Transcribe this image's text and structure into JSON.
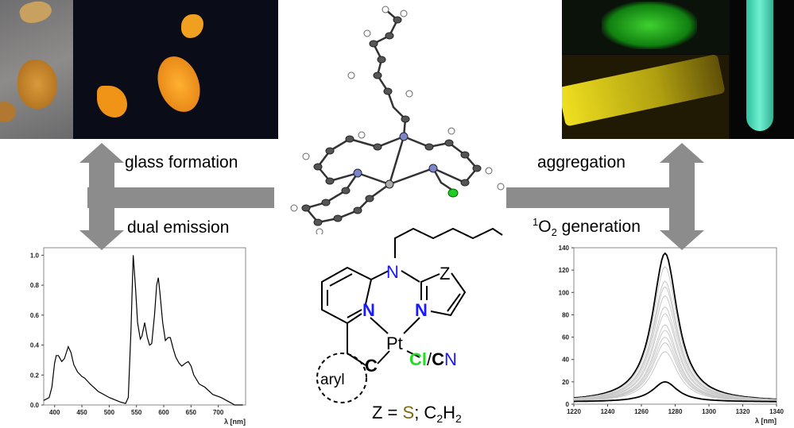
{
  "labels": {
    "glass_formation": "glass formation",
    "dual_emission": "dual emission",
    "aggregation": "aggregation",
    "singlet_oxygen_sup": "1",
    "singlet_oxygen_o": "O",
    "singlet_oxygen_sub": "2",
    "singlet_oxygen_rest": " generation"
  },
  "structure": {
    "amine_n": "N",
    "z": "Z",
    "pyridine_n": "N",
    "azole_n": "N",
    "metal": "Pt",
    "carbon": "C",
    "aryl": "aryl",
    "cl": "Cl",
    "slash": "/",
    "cn_c": "C",
    "cn_n": "N",
    "z_eq": "Z = ",
    "z_s": "S",
    "z_sep": "; C",
    "z_sub": "2",
    "z_h": "H",
    "z_sub2": "2"
  },
  "colors": {
    "arrow": "#8c8c8c",
    "nitrogen": "#1a1aff",
    "chlorine": "#22dd22",
    "sulfur": "#7a6a10"
  },
  "chart_data": [
    {
      "type": "line",
      "title": "",
      "xlabel": "λ [nm]",
      "ylabel": "",
      "xlim": [
        380,
        750
      ],
      "ylim": [
        0,
        1.05
      ],
      "xticks": [
        "400",
        "450",
        "500",
        "550",
        "600",
        "650",
        "700"
      ],
      "yticks": [
        "0.0",
        "0.2",
        "0.4",
        "0.6",
        "0.8",
        "1.0"
      ],
      "series": [
        {
          "name": "emission",
          "x": [
            380,
            390,
            395,
            400,
            403,
            407,
            413,
            418,
            425,
            430,
            435,
            442,
            450,
            455,
            465,
            480,
            500,
            520,
            530,
            535,
            540,
            544,
            548,
            552,
            557,
            560,
            565,
            570,
            574,
            578,
            583,
            587,
            590,
            593,
            598,
            603,
            608,
            612,
            617,
            622,
            628,
            633,
            640,
            645,
            650,
            655,
            665,
            675,
            690,
            705,
            720,
            730,
            745
          ],
          "y": [
            0.03,
            0.05,
            0.12,
            0.28,
            0.33,
            0.33,
            0.29,
            0.31,
            0.39,
            0.35,
            0.27,
            0.22,
            0.19,
            0.18,
            0.14,
            0.09,
            0.05,
            0.02,
            0.01,
            0.05,
            0.5,
            1.0,
            0.8,
            0.55,
            0.44,
            0.46,
            0.55,
            0.45,
            0.4,
            0.41,
            0.6,
            0.8,
            0.85,
            0.75,
            0.55,
            0.43,
            0.45,
            0.45,
            0.38,
            0.32,
            0.28,
            0.26,
            0.28,
            0.29,
            0.26,
            0.2,
            0.14,
            0.12,
            0.07,
            0.05,
            0.02,
            0.0,
            0.0
          ]
        }
      ]
    },
    {
      "type": "line",
      "title": "",
      "xlabel": "λ [nm]",
      "ylabel": "",
      "xlim": [
        1220,
        1340
      ],
      "ylim": [
        0,
        140
      ],
      "xticks": [
        "1220",
        "1240",
        "1260",
        "1280",
        "1300",
        "1320",
        "1340"
      ],
      "yticks": [
        "0",
        "20",
        "40",
        "60",
        "80",
        "100",
        "120",
        "140"
      ],
      "peak_center": 1274,
      "baseline": 2,
      "series_peaks": [
        135,
        123,
        110,
        105,
        97,
        87,
        81,
        71,
        66,
        60,
        55,
        47,
        20
      ],
      "highlighted": [
        0,
        12
      ]
    }
  ]
}
